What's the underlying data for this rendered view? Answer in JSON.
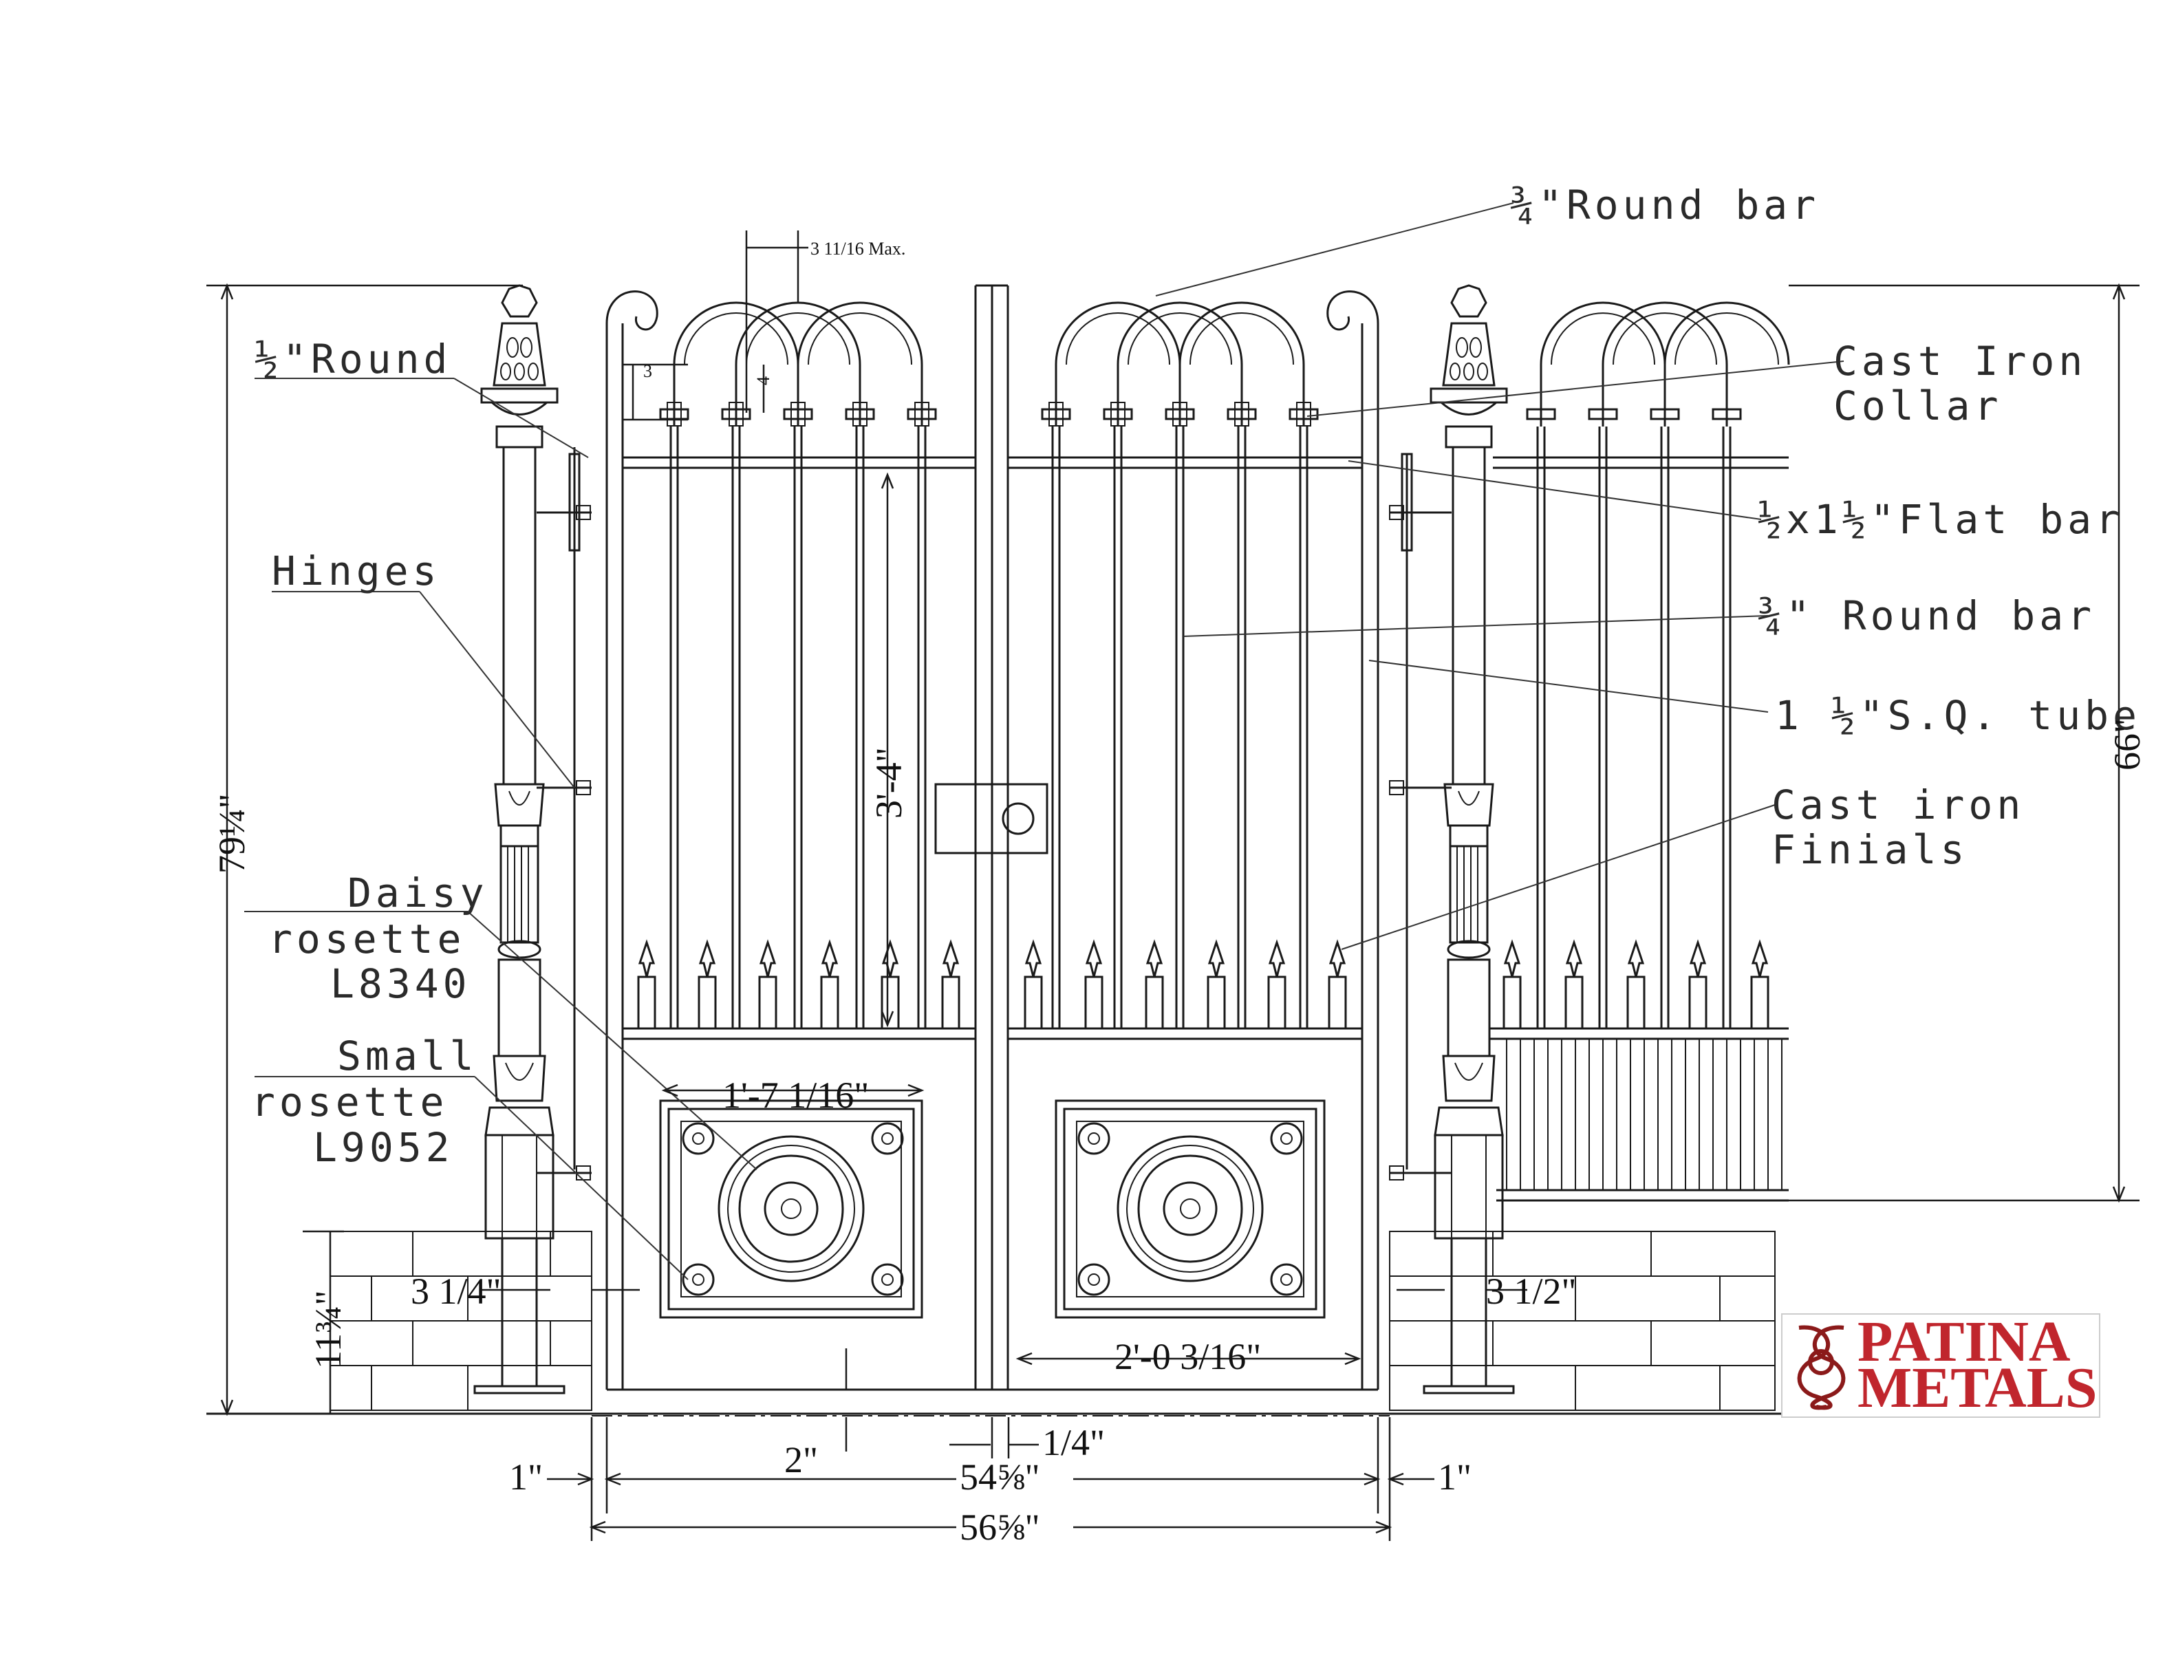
{
  "callouts": {
    "round_bar_top": "¾\"Round bar",
    "half_round": "½\"Round",
    "cast_iron_collar_1": "Cast Iron",
    "cast_iron_collar_2": "Collar",
    "hinges": "Hinges",
    "flat_bar": "½x1½\"Flat bar",
    "round_bar_mid": "¾\" Round bar",
    "sq_tube": "1 ½\"S.Q. tube",
    "cast_iron_finials_1": "Cast iron",
    "cast_iron_finials_2": "Finials",
    "daisy_1": "Daisy",
    "daisy_2": "rosette",
    "daisy_3": "L8340",
    "small_1": "Small",
    "small_2": "rosette",
    "small_3": "L9052"
  },
  "dimensions": {
    "spacing_max": "3  11/16 Max.",
    "three": "3",
    "four": "4",
    "picket_height": "3'-4\"",
    "overall_height": "79¼\"",
    "fence_height": "66\"",
    "panel_width": "1'-7 1/16\"",
    "post_left": "3 1/4\"",
    "post_right": "3 1/2\"",
    "wall_height": "11¾\"",
    "leaf_width": "2'-0 3/16\"",
    "gap_bottom": "2\"",
    "center_gap": "1/4\"",
    "opening": "54⅝\"",
    "overall_width": "56⅝\"",
    "clear_left": "1\"",
    "clear_right": "1\""
  },
  "logo": {
    "line1": "PATINA",
    "line2": "METALS",
    "color": "#c0262d"
  }
}
